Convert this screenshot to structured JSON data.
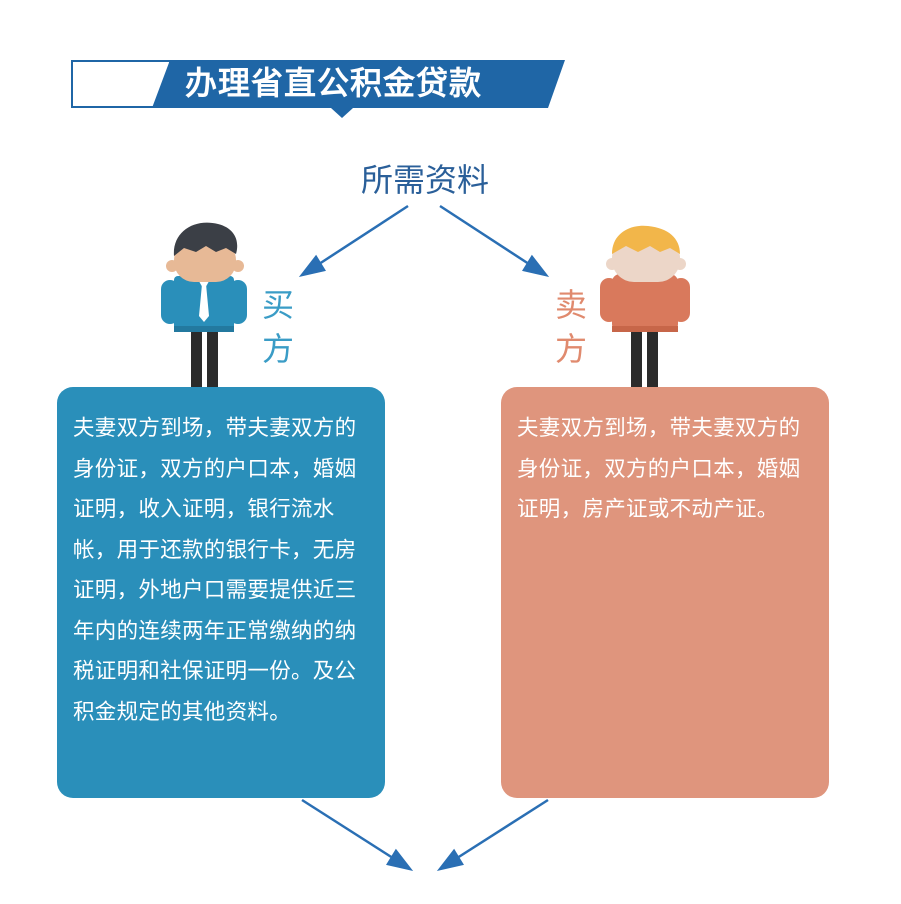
{
  "header": {
    "title": "办理省直公积金贷款"
  },
  "diagram": {
    "root_label": "所需资料",
    "buyer": {
      "label_line1": "买",
      "label_line2": "方",
      "text": "夫妻双方到场，带夫妻双方的身份证，双方的户口本，婚姻证明，收入证明，银行流水帐，用于还款的银行卡，无房证明，外地户口需要提供近三年内的连续两年正常缴纳的纳税证明和社保证明一份。及公积金规定的其他资料。"
    },
    "seller": {
      "label_line1": "卖",
      "label_line2": "方",
      "text": "夫妻双方到场，带夫妻双方的身份证，双方的户口本，婚姻证明，房产证或不动产证。"
    }
  },
  "colors": {
    "banner_blue": "#1f66a6",
    "arrow_blue": "#2a6fb4",
    "buyer_box": "#2a8fba",
    "seller_box": "#df957d",
    "buyer_label": "#3a9cc6",
    "seller_label": "#e08a6e"
  }
}
